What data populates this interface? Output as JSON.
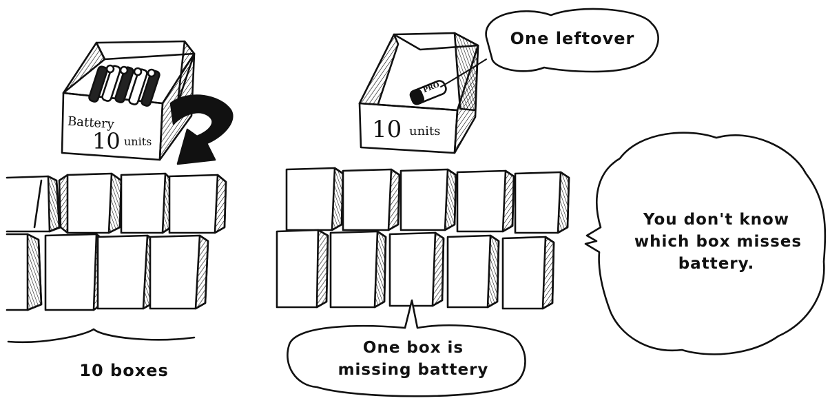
{
  "left_scene": {
    "box_label_top": "Battery",
    "box_label_count": "10",
    "box_label_unit": "units",
    "caption": "10 boxes"
  },
  "right_scene": {
    "box_label_count": "10",
    "box_label_unit": "units",
    "battery_text": "PRO",
    "bubble_leftover": "One leftover",
    "bubble_missing_line1": "One box is",
    "bubble_missing_line2": "missing battery",
    "bubble_unknown_line1": "You don't know",
    "bubble_unknown_line2": "which box misses",
    "bubble_unknown_line3": "battery."
  },
  "colors": {
    "ink": "#111111",
    "paper": "#ffffff"
  }
}
